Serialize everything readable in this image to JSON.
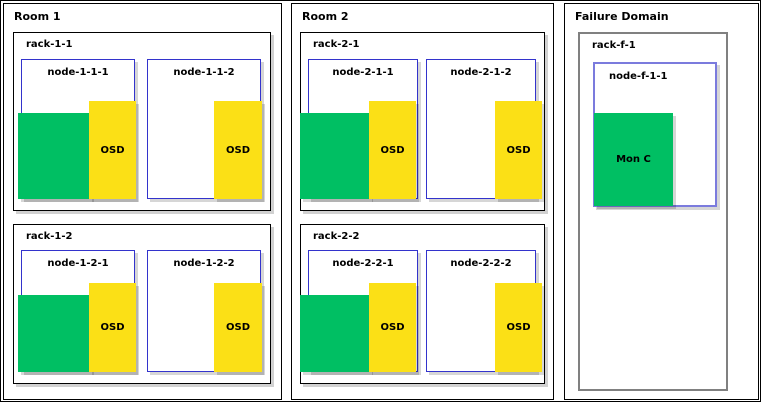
{
  "diagram": {
    "title_hidden": "",
    "colors": {
      "green": "#00bf63",
      "yellow": "#fbe016",
      "node_border": "#3333cc",
      "node_border_alt": "#7b7bdd",
      "rack_border": "#000000",
      "rack_border_alt": "#808080",
      "group_border": "#000000",
      "background": "#ffffff",
      "text": "#000000"
    },
    "groups": [
      {
        "id": "room-1",
        "label": "Room 1",
        "racks": [
          {
            "id": "rack-1-1",
            "label": "rack-1-1",
            "nodes": [
              {
                "id": "node-1-1-1",
                "label": "node-1-1-1",
                "daemons": [
                  {
                    "label": "",
                    "color": "green",
                    "kind": "blank-green"
                  },
                  {
                    "label": "OSD",
                    "color": "yellow",
                    "kind": "osd"
                  }
                ]
              },
              {
                "id": "node-1-1-2",
                "label": "node-1-1-2",
                "daemons": [
                  {
                    "label": "OSD",
                    "color": "yellow",
                    "kind": "osd"
                  }
                ]
              }
            ]
          },
          {
            "id": "rack-1-2",
            "label": "rack-1-2",
            "nodes": [
              {
                "id": "node-1-2-1",
                "label": "node-1-2-1",
                "daemons": [
                  {
                    "label": "",
                    "color": "green",
                    "kind": "blank-green"
                  },
                  {
                    "label": "OSD",
                    "color": "yellow",
                    "kind": "osd"
                  }
                ]
              },
              {
                "id": "node-1-2-2",
                "label": "node-1-2-2",
                "daemons": [
                  {
                    "label": "OSD",
                    "color": "yellow",
                    "kind": "osd"
                  }
                ]
              }
            ]
          }
        ]
      },
      {
        "id": "room-2",
        "label": "Room 2",
        "racks": [
          {
            "id": "rack-2-1",
            "label": "rack-2-1",
            "nodes": [
              {
                "id": "node-2-1-1",
                "label": "node-2-1-1",
                "daemons": [
                  {
                    "label": "",
                    "color": "green",
                    "kind": "blank-green"
                  },
                  {
                    "label": "OSD",
                    "color": "yellow",
                    "kind": "osd"
                  }
                ]
              },
              {
                "id": "node-2-1-2",
                "label": "node-2-1-2",
                "daemons": [
                  {
                    "label": "OSD",
                    "color": "yellow",
                    "kind": "osd"
                  }
                ]
              }
            ]
          },
          {
            "id": "rack-2-2",
            "label": "rack-2-2",
            "nodes": [
              {
                "id": "node-2-2-1",
                "label": "node-2-2-1",
                "daemons": [
                  {
                    "label": "",
                    "color": "green",
                    "kind": "blank-green"
                  },
                  {
                    "label": "OSD",
                    "color": "yellow",
                    "kind": "osd"
                  }
                ]
              },
              {
                "id": "node-2-2-2",
                "label": "node-2-2-2",
                "daemons": [
                  {
                    "label": "OSD",
                    "color": "yellow",
                    "kind": "osd"
                  }
                ]
              }
            ]
          }
        ]
      },
      {
        "id": "failure-domain",
        "label": "Failure Domain",
        "racks": [
          {
            "id": "rack-f-1",
            "label": "rack-f-1",
            "nodes": [
              {
                "id": "node-f-1-1",
                "label": "node-f-1-1",
                "daemons": [
                  {
                    "label": "Mon C",
                    "color": "green",
                    "kind": "mon"
                  }
                ]
              }
            ]
          }
        ]
      }
    ]
  }
}
